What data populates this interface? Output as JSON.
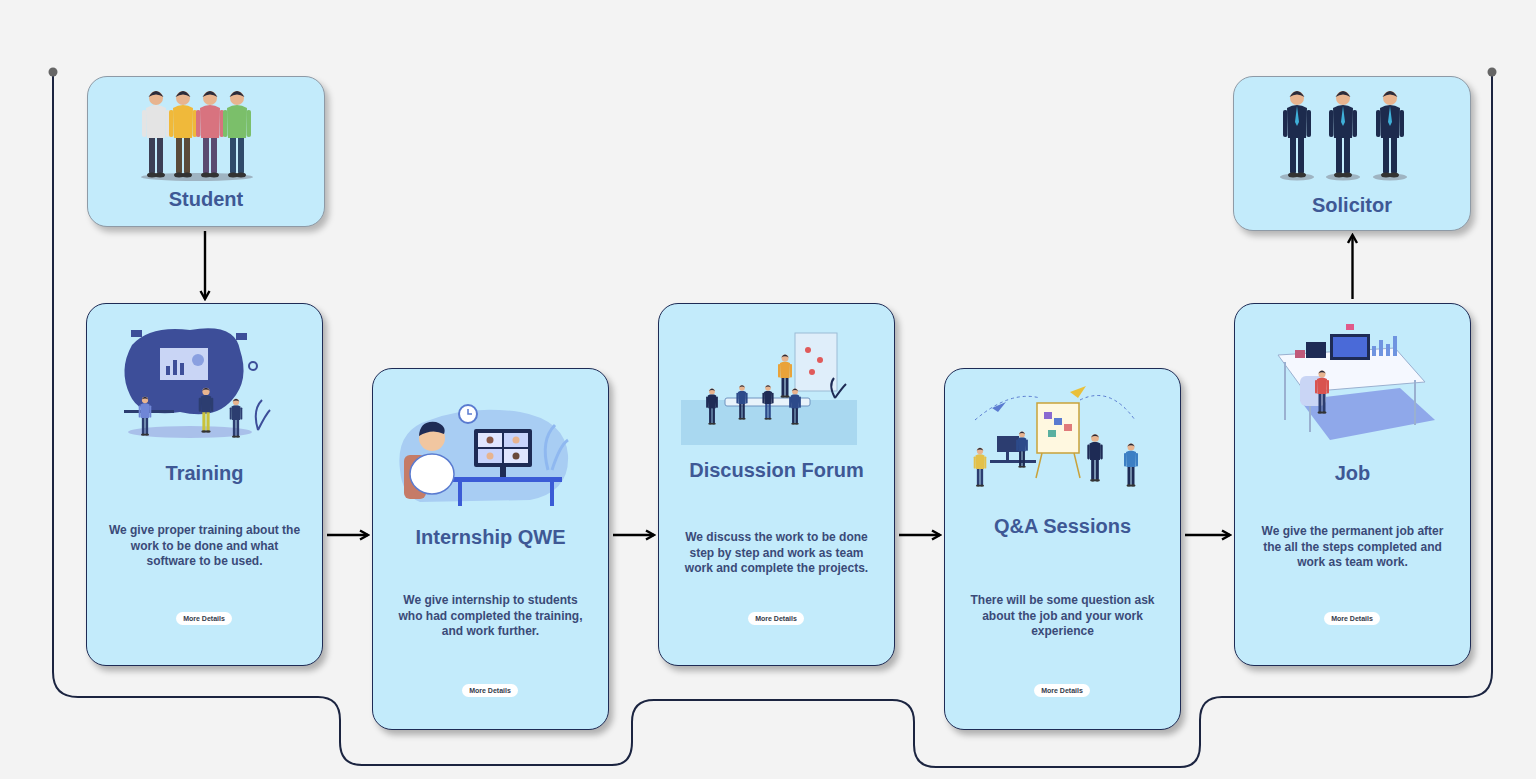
{
  "diagram": {
    "nodes": [
      {
        "text": [
          "Student"
        ]
      },
      {
        "text": [
          "Training",
          "We give proper training about the work to be done and what software to be used."
        ]
      },
      {
        "text": [
          "More Details"
        ],
        "in": 1
      },
      {
        "text": [
          "Internship QWE",
          "We give internship to students who had completed the training, and work further."
        ]
      },
      {
        "text": [
          "More Details"
        ],
        "in": 3
      },
      {
        "text": [
          "Discussion Forum",
          "We discuss the work to be done step by step and work as team work and complete the projects."
        ]
      },
      {
        "text": [
          "More Details"
        ],
        "in": 5
      },
      {
        "text": [
          "Q&A Sessions",
          "There will be some question ask about the job and your work experience"
        ]
      },
      {
        "text": [
          "More Details"
        ],
        "in": 7
      },
      {
        "text": [
          "Job",
          "We give the permanent job after the all the steps completed and work as team work."
        ]
      },
      {
        "text": [
          "More Details"
        ],
        "in": 9
      },
      {
        "text": [
          "Solicitor"
        ]
      }
    ],
    "edges": [
      {
        "from": 0,
        "to": 1,
        "arrow": "to"
      },
      {
        "from": 1,
        "to": 3,
        "arrow": "to"
      },
      {
        "from": 3,
        "to": 5,
        "arrow": "to"
      },
      {
        "from": 5,
        "to": 7,
        "arrow": "to"
      },
      {
        "from": 7,
        "to": 9,
        "arrow": "to"
      },
      {
        "from": 9,
        "to": 11,
        "arrow": "to"
      }
    ]
  }
}
